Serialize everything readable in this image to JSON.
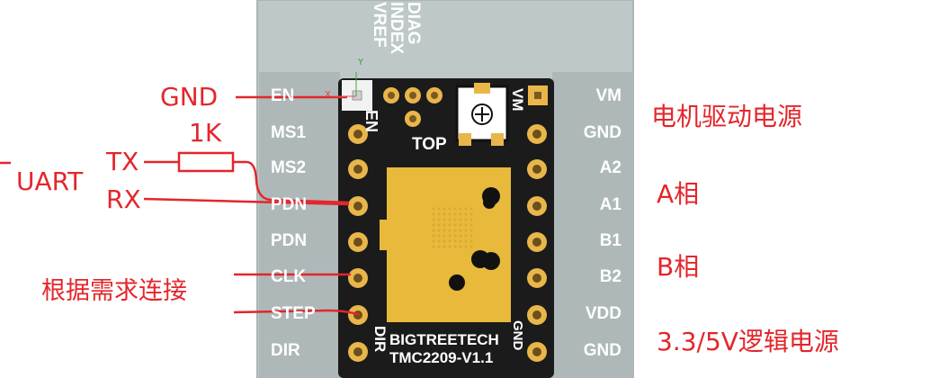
{
  "board": {
    "brand": "BIGTREETECH",
    "model": "TMC2209-V1.1",
    "top_label": "TOP",
    "en_label": "EN",
    "vm_silk": "VM",
    "dir_silk": "DIR",
    "gnd_silk": "GND",
    "top_edge_labels": [
      "DIAG",
      "INDEX",
      "VREF"
    ],
    "axis_x": "X",
    "axis_y": "Y",
    "colors": {
      "pcb": "#1b1b1b",
      "chip": "#e9b93c",
      "pad": "#e8b64a",
      "frame": "#bfc8c9"
    }
  },
  "pins": {
    "left": [
      "EN",
      "MS1",
      "MS2",
      "PDN",
      "PDN",
      "CLK",
      "STEP",
      "DIR"
    ],
    "right": [
      "VM",
      "GND",
      "A2",
      "A1",
      "B1",
      "B2",
      "VDD",
      "GND"
    ]
  },
  "annotations": {
    "gnd": "GND",
    "resistor": "1K",
    "tx": "TX",
    "rx": "RX",
    "uart": "UART",
    "as_needed": "根据需求连接",
    "motor_power": "电机驱动电源",
    "phase_a": "A相",
    "phase_b": "B相",
    "logic_power": "3.3/5V逻辑电源",
    "color": "#e3262b"
  }
}
